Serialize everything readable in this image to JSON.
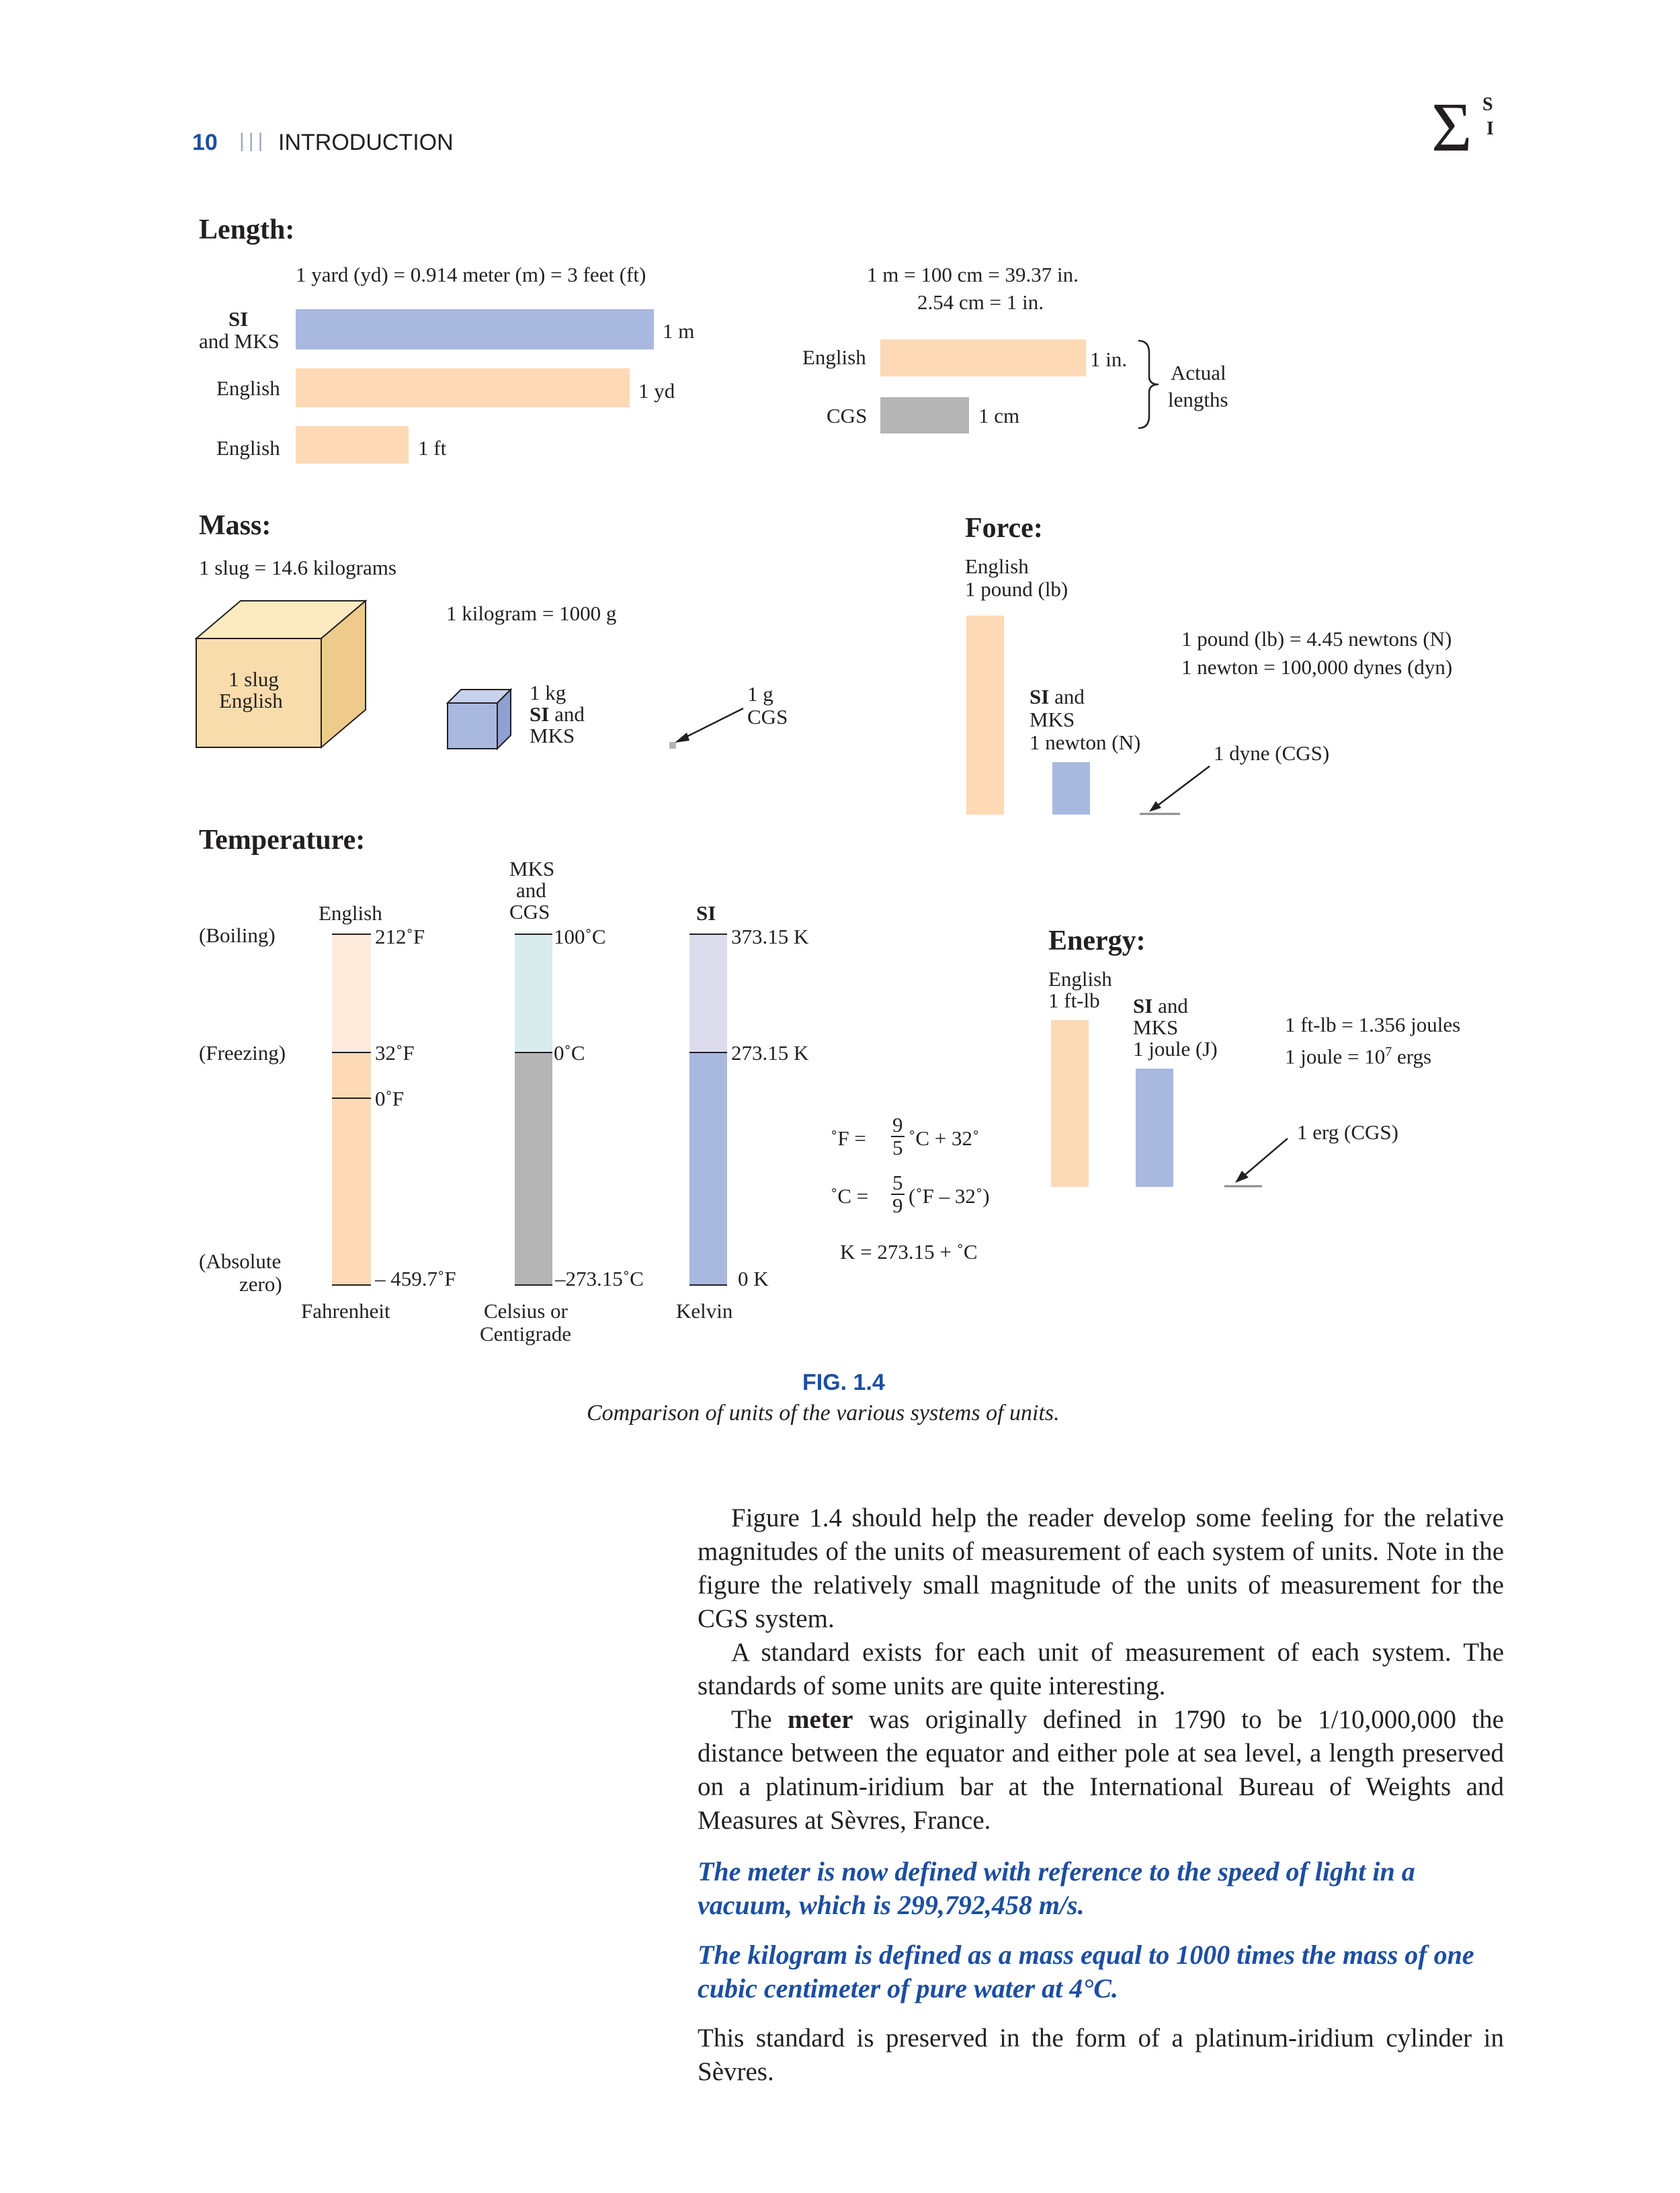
{
  "header": {
    "page_number": "10",
    "separator": "|||",
    "section": "INTRODUCTION",
    "logo_sigma": "Σ",
    "logo_s": "S",
    "logo_i": "I"
  },
  "length": {
    "title": "Length:",
    "relation1": "1 yard (yd)  =  0.914 meter (m)  =  3 feet (ft)",
    "si_label": "SI",
    "si_label2": "and MKS",
    "english1": "English",
    "english2": "English",
    "bar_m_label": "1 m",
    "bar_yd_label": "1 yd",
    "bar_ft_label": "1 ft",
    "relation2": "1 m  =  100 cm  =  39.37 in.",
    "relation3": "2.54 cm  =  1 in.",
    "english3": "English",
    "cgs": "CGS",
    "bar_in_label": "1 in.",
    "bar_cm_label": "1 cm",
    "actual1": "Actual",
    "actual2": "lengths"
  },
  "mass": {
    "title": "Mass:",
    "relation": "1 slug  =  14.6 kilograms",
    "relation2": "1 kilogram  =  1000 g",
    "slug1": "1 slug",
    "slug2": "English",
    "kg1": "1 kg",
    "kg2_bold": "SI",
    "kg2_rest": " and",
    "kg3": "MKS",
    "g1": "1 g",
    "g2": "CGS"
  },
  "force": {
    "title": "Force:",
    "english": "English",
    "pound": "1 pound (lb)",
    "rel1": "1 pound (lb)  =  4.45 newtons (N)",
    "rel2": "1 newton  =  100,000 dynes (dyn)",
    "si_bold": "SI",
    "si_rest": " and",
    "mks": "MKS",
    "newton": "1 newton (N)",
    "dyne": "1 dyne (CGS)"
  },
  "temperature": {
    "title": "Temperature:",
    "boiling": "(Boiling)",
    "freezing": "(Freezing)",
    "absolute1": "(Absolute",
    "absolute2": "zero)",
    "english": "English",
    "mks1": "MKS",
    "mks2": "and",
    "mks3": "CGS",
    "si": "SI",
    "f212": "212˚F",
    "f32": "32˚F",
    "f0": "0˚F",
    "fabs": "– 459.7˚F",
    "c100": "100˚C",
    "c0": "0˚C",
    "cabs": "–273.15˚C",
    "k373": "373.15 K",
    "k273": "273.15 K",
    "k0": "0 K",
    "fahrenheit": "Fahrenheit",
    "celsius1": "Celsius or",
    "celsius2": "Centigrade",
    "kelvin": "Kelvin",
    "formula_f_left": "˚F  =",
    "formula_f_num": "9",
    "formula_f_den": "5",
    "formula_f_right": "˚C  +  32˚",
    "formula_c_left": "˚C  =",
    "formula_c_num": "5",
    "formula_c_den": "9",
    "formula_c_right": "(˚F  –  32˚)",
    "formula_k": "K  =  273.15  +  ˚C"
  },
  "energy": {
    "title": "Energy:",
    "english": "English",
    "ftlb": "1 ft-lb",
    "si_bold": "SI",
    "si_rest": " and",
    "mks": "MKS",
    "joule": "1 joule (J)",
    "rel1": "1 ft-lb  =  1.356 joules",
    "rel2_a": "1 joule  =  10",
    "rel2_exp": "7",
    "rel2_b": " ergs",
    "erg": "1 erg (CGS)"
  },
  "figure": {
    "number": "FIG. 1.4",
    "caption": "Comparison of units of the various systems of units."
  },
  "body": {
    "p1": "Figure 1.4 should help the reader develop some feeling for the relative magnitudes of the units of measurement of each system of units. Note in the figure the relatively small magnitude of the units of measurement for the CGS system.",
    "p2": "A standard exists for each unit of measurement of each system. The standards of some units are quite interesting.",
    "p3_a": "The ",
    "p3_bold": "meter",
    "p3_b": " was originally defined in 1790 to be 1/10,000,000 the distance between the equator and either pole at sea level, a length preserved on a platinum-iridium bar at the International Bureau of Weights and Measures at Sèvres, France.",
    "highlight1": "The meter is now defined with reference to the speed of light in a vacuum, which is 299,792,458 m/s.",
    "highlight2": "The kilogram is defined as a mass equal to 1000 times the mass of one cubic centimeter of pure water at 4°C.",
    "p4": "This standard is preserved in the form of a platinum-iridium cylinder in Sèvres."
  },
  "colors": {
    "english": "#fdd9b5",
    "si": "#a9b8df",
    "cgs": "#b5b5b5",
    "accent_blue": "#1c4ea1"
  }
}
